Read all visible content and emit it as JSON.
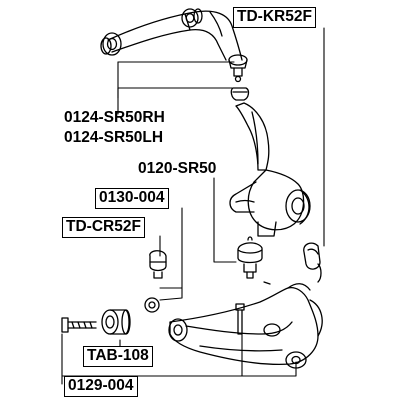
{
  "diagram": {
    "callouts": {
      "td_kr52f": "TD-KR52F",
      "sr50rh": "0124-SR50RH",
      "sr50lh": "0124-SR50LH",
      "sr50": "0120-SR50",
      "p0130_004": "0130-004",
      "td_cr52f": "TD-CR52F",
      "tab_108": "TAB-108",
      "p0129_004": "0129-004"
    },
    "line_color": "#000000",
    "background": "#ffffff"
  }
}
